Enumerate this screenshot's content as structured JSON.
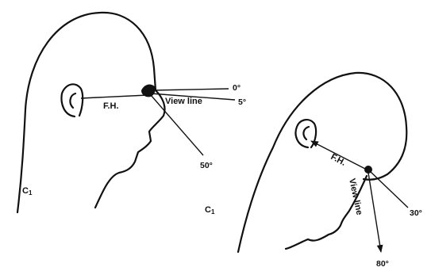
{
  "figure": {
    "left_head": {
      "cervical_label": "C",
      "cervical_sub": "1",
      "fh_label": "F.H.",
      "view_line_label": "View line",
      "angle_0": "0°",
      "angle_5": "5°",
      "angle_50": "50°"
    },
    "right_head": {
      "cervical_label": "C",
      "cervical_sub": "1",
      "fh_label": "F.H.",
      "view_line_label": "View line",
      "angle_30": "30°",
      "angle_80": "80°"
    }
  },
  "colors": {
    "ink": "#111111",
    "background": "#ffffff"
  }
}
